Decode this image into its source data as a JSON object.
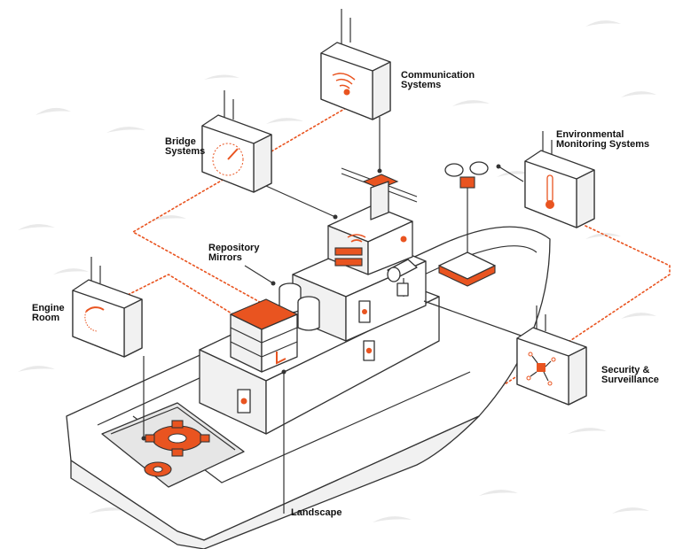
{
  "diagram": {
    "labels": {
      "communication": "Communication\nSystems",
      "bridge": "Bridge\nSystems",
      "environmental": "Environmental\nMonitoring Systems",
      "repository": "Repository\nMirrors",
      "engine": "Engine\nRoom",
      "security": "Security &\nSurveillance",
      "landscape": "Landscape"
    },
    "colors": {
      "accent": "#e95420",
      "outline": "#333333",
      "background": "#ffffff"
    }
  }
}
